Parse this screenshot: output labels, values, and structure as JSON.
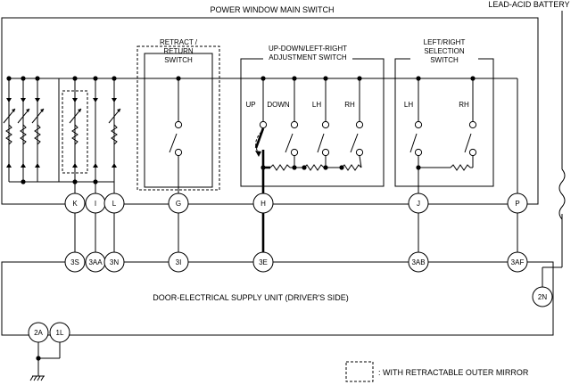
{
  "title_main_switch": "POWER WINDOW MAIN SWITCH",
  "title_battery": "LEAD-ACID BATTERY",
  "title_supply_unit": "DOOR-ELECTRICAL SUPPLY UNIT (DRIVER'S SIDE)",
  "legend_text": ": WITH RETRACTABLE OUTER MIRROR",
  "retract_switch": {
    "line1": "RETRACT /",
    "line2": "RETURN",
    "line3": "SWITCH"
  },
  "adjust_switch": {
    "line1": "UP-DOWN/LEFT-RIGHT",
    "line2": "ADJUSTMENT SWITCH",
    "up": "UP",
    "down": "DOWN",
    "lh": "LH",
    "rh": "RH"
  },
  "select_switch": {
    "line1": "LEFT/RIGHT",
    "line2": "SELECTION",
    "line3": "SWITCH",
    "lh": "LH",
    "rh": "RH"
  },
  "main_terminals": [
    "K",
    "I",
    "L",
    "G",
    "H",
    "J",
    "P"
  ],
  "unit_terminals": [
    "3S",
    "3AA",
    "3N",
    "3I",
    "3E",
    "3AB",
    "3AF"
  ],
  "battery_terminal": "2N",
  "ground_terminals": [
    "2A",
    "1L"
  ]
}
